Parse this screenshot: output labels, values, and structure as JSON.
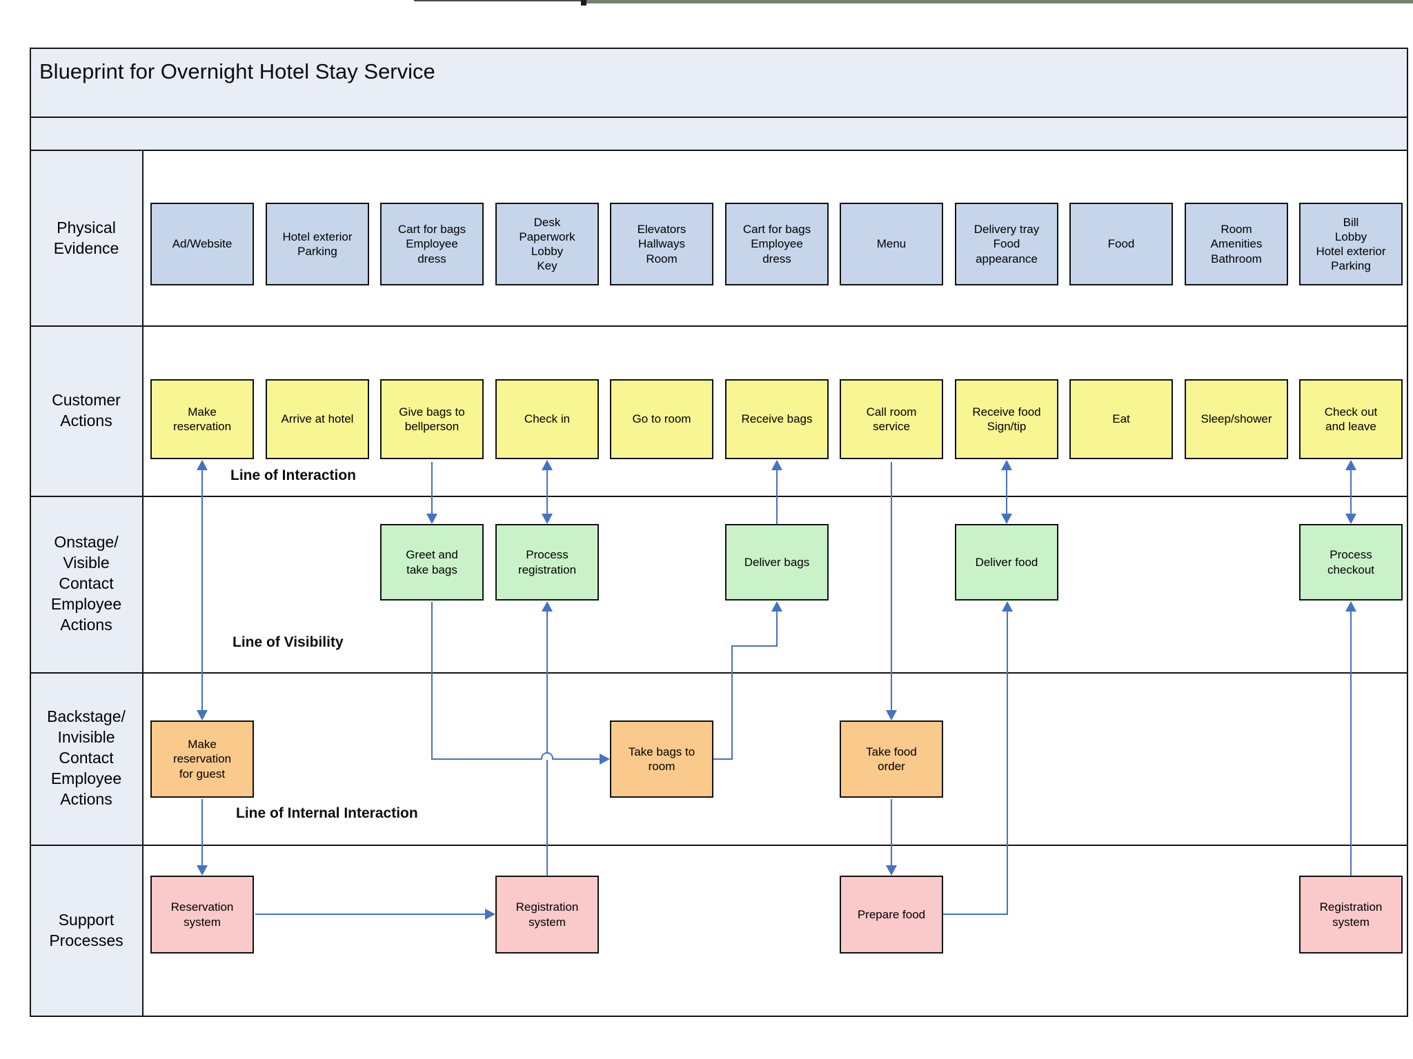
{
  "title": "Blueprint for Overnight Hotel Stay Service",
  "row_labels": {
    "physical_evidence": "Physical\nEvidence",
    "customer_actions": "Customer\nActions",
    "onstage": "Onstage/\nVisible\nContact\nEmployee\nActions",
    "backstage": "Backstage/\nInvisible\nContact\nEmployee\nActions",
    "support": "Support\nProcesses"
  },
  "line_labels": {
    "interaction": "Line of Interaction",
    "visibility": "Line of Visibility",
    "internal": "Line of Internal Interaction"
  },
  "physical_evidence": [
    "Ad/Website",
    "Hotel exterior\nParking",
    "Cart for bags\nEmployee\ndress",
    "Desk\nPaperwork\nLobby\nKey",
    "Elevators\nHallways\nRoom",
    "Cart for bags\nEmployee\ndress",
    "Menu",
    "Delivery tray\nFood\nappearance",
    "Food",
    "Room\nAmenities\nBathroom",
    "Bill\nLobby\nHotel exterior\nParking"
  ],
  "customer_actions": [
    "Make\nreservation",
    "Arrive at hotel",
    "Give bags to\nbellperson",
    "Check in",
    "Go to room",
    "Receive bags",
    "Call room\nservice",
    "Receive food\nSign/tip",
    "Eat",
    "Sleep/shower",
    "Check out\nand leave"
  ],
  "onstage_actions": [
    "Greet and\ntake bags",
    "Process\nregistration",
    "Deliver bags",
    "Deliver food",
    "Process\ncheckout"
  ],
  "backstage_actions": [
    "Make\nreservation\nfor guest",
    "Take bags to\nroom",
    "Take food\norder"
  ],
  "support_processes": [
    "Reservation\nsystem",
    "Registration\nsystem",
    "Prepare food",
    "Registration\nsystem"
  ],
  "colors": {
    "physical_evidence_fill": "#c6d5ea",
    "customer_actions_fill": "#f8f593",
    "onstage_fill": "#c9f2c9",
    "backstage_fill": "#fac98c",
    "support_fill": "#fac9c9",
    "connector_blue": "#4472c4",
    "header_band": "#e9edf6",
    "border_black": "#141414",
    "top_bar_green": "#75806f"
  }
}
